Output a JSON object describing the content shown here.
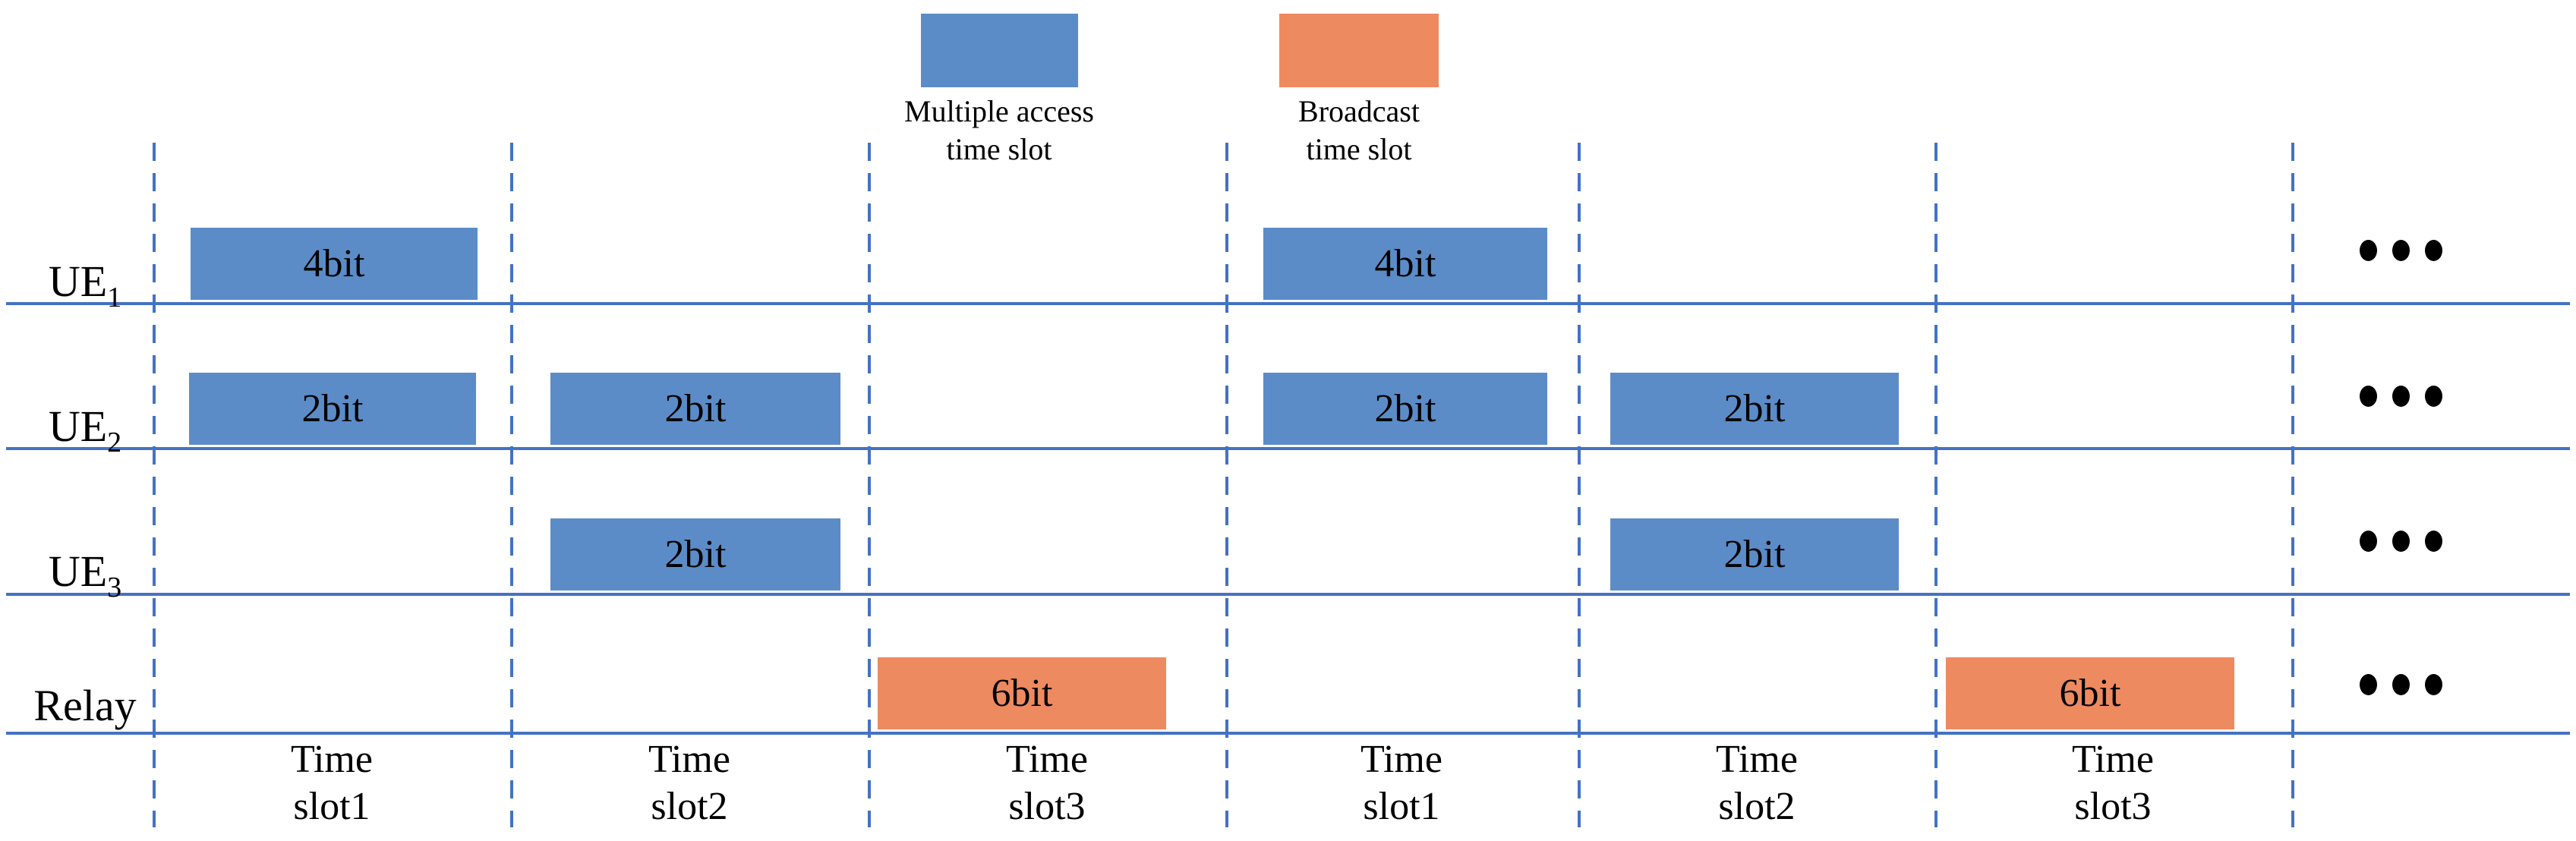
{
  "colors": {
    "multiple_access": "#5B8CC8",
    "broadcast": "#EE8A5F",
    "line": "#4472C4",
    "text": "#000000",
    "dots": "#000000",
    "background": "#FFFFFF"
  },
  "legend": {
    "multiple_access": {
      "line1": "Multiple access",
      "line2": "time slot"
    },
    "broadcast": {
      "line1": "Broadcast",
      "line2": "time slot"
    }
  },
  "rows": [
    {
      "label": "UE",
      "sub": "1"
    },
    {
      "label": "UE",
      "sub": "2"
    },
    {
      "label": "UE",
      "sub": "3"
    },
    {
      "label": "Relay",
      "sub": ""
    }
  ],
  "bars": [
    {
      "row": "UE1",
      "slot": "Time slot1 (frame 1)",
      "label": "4bit",
      "type": "multiple-access"
    },
    {
      "row": "UE2",
      "slot": "Time slot1 (frame 1)",
      "label": "2bit",
      "type": "multiple-access"
    },
    {
      "row": "UE2",
      "slot": "Time slot2 (frame 1)",
      "label": "2bit",
      "type": "multiple-access"
    },
    {
      "row": "UE3",
      "slot": "Time slot2 (frame 1)",
      "label": "2bit",
      "type": "multiple-access"
    },
    {
      "row": "Relay",
      "slot": "Time slot3 (frame 1)",
      "label": "6bit",
      "type": "broadcast"
    },
    {
      "row": "UE1",
      "slot": "Time slot1 (frame 2)",
      "label": "4bit",
      "type": "multiple-access"
    },
    {
      "row": "UE2",
      "slot": "Time slot1 (frame 2)",
      "label": "2bit",
      "type": "multiple-access"
    },
    {
      "row": "UE2",
      "slot": "Time slot2 (frame 2)",
      "label": "2bit",
      "type": "multiple-access"
    },
    {
      "row": "UE3",
      "slot": "Time slot2 (frame 2)",
      "label": "2bit",
      "type": "multiple-access"
    },
    {
      "row": "Relay",
      "slot": "Time slot3 (frame 2)",
      "label": "6bit",
      "type": "broadcast"
    }
  ],
  "slot_labels": [
    {
      "line1": "Time",
      "line2": "slot1"
    },
    {
      "line1": "Time",
      "line2": "slot2"
    },
    {
      "line1": "Time",
      "line2": "slot3"
    },
    {
      "line1": "Time",
      "line2": "slot1"
    },
    {
      "line1": "Time",
      "line2": "slot2"
    },
    {
      "line1": "Time",
      "line2": "slot3"
    }
  ],
  "icons": {
    "ellipsis": "•••"
  }
}
